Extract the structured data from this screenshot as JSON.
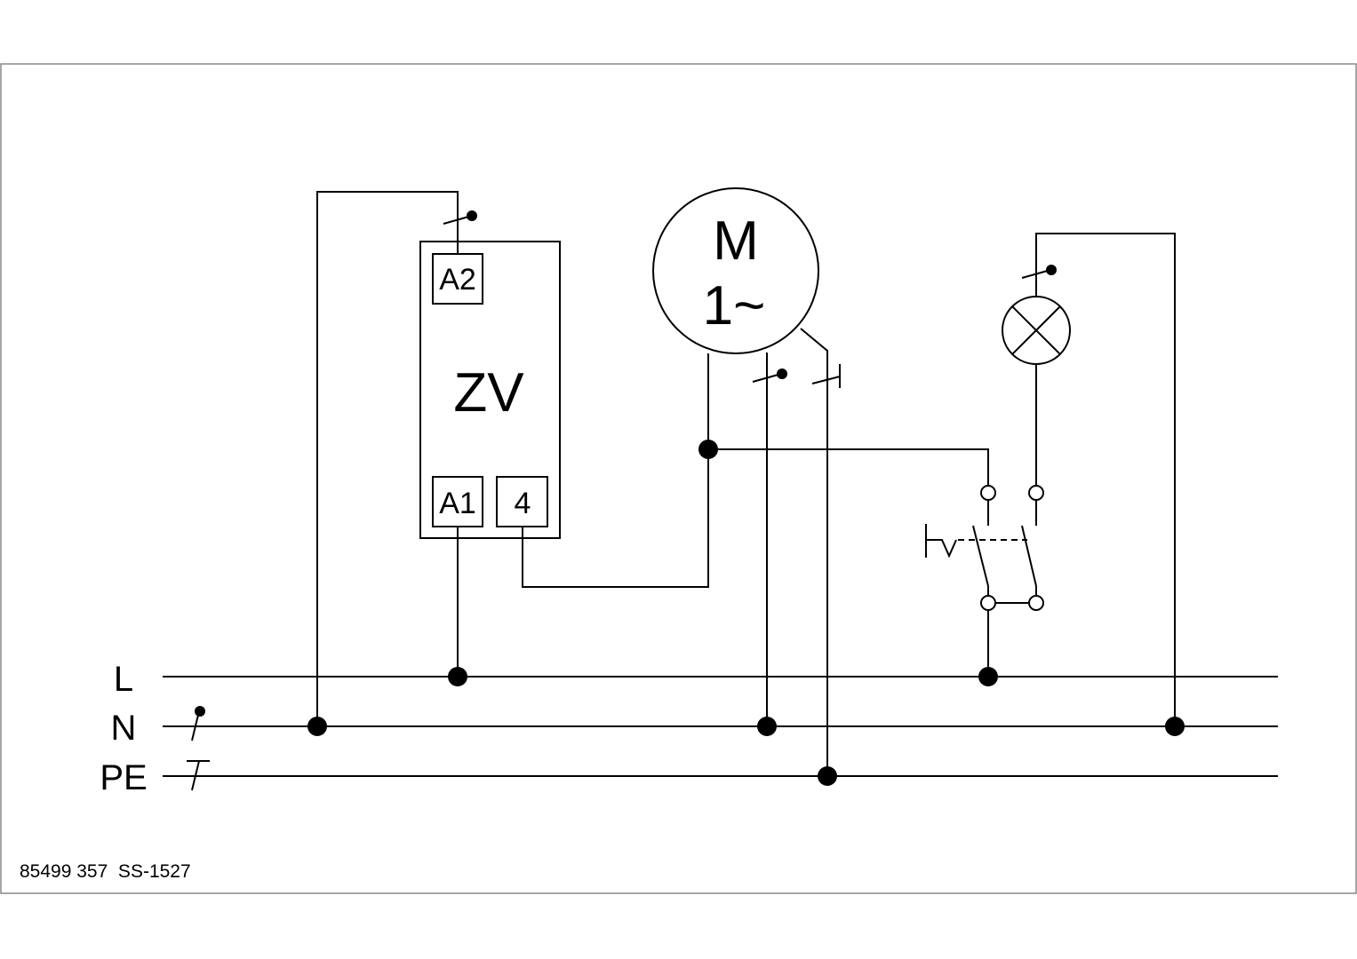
{
  "bus": {
    "L": "L",
    "N": "N",
    "PE": "PE"
  },
  "relay": {
    "label": "ZV",
    "terminals": {
      "a2": "A2",
      "a1": "A1",
      "t4": "4"
    }
  },
  "motor": {
    "symbol": "M",
    "phase": "1~"
  },
  "footer": {
    "code": "85499 357  SS-1527"
  }
}
